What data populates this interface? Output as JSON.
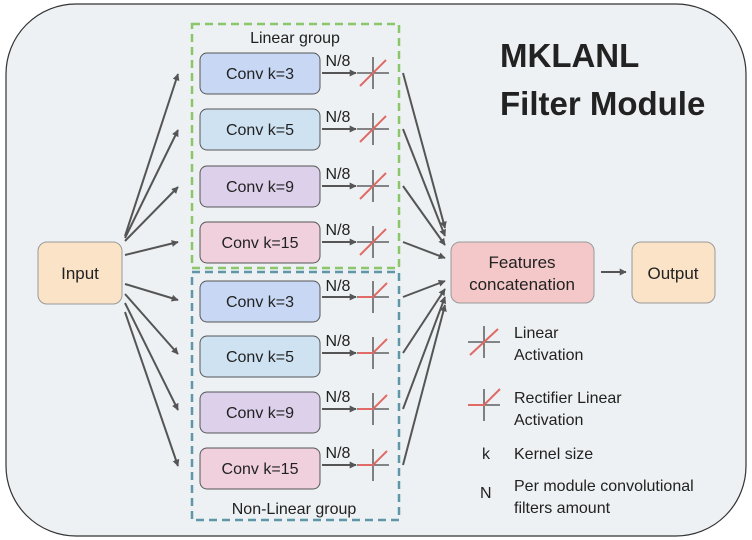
{
  "title": {
    "line1": "MKLANL",
    "line2": "Filter Module"
  },
  "input_label": "Input",
  "output_label": "Output",
  "concat_label": {
    "line1": "Features",
    "line2": "concatenation"
  },
  "linear_group": {
    "label": "Linear group",
    "convs": [
      {
        "label": "Conv k=3",
        "filters": "N/8"
      },
      {
        "label": "Conv k=5",
        "filters": "N/8"
      },
      {
        "label": "Conv k=9",
        "filters": "N/8"
      },
      {
        "label": "Conv k=15",
        "filters": "N/8"
      }
    ]
  },
  "nonlinear_group": {
    "label": "Non-Linear group",
    "convs": [
      {
        "label": "Conv k=3",
        "filters": "N/8"
      },
      {
        "label": "Conv k=5",
        "filters": "N/8"
      },
      {
        "label": "Conv k=9",
        "filters": "N/8"
      },
      {
        "label": "Conv k=15",
        "filters": "N/8"
      }
    ]
  },
  "legend": {
    "linear": {
      "line1": "Linear",
      "line2": "Activation"
    },
    "relu": {
      "line1": "Rectifier Linear",
      "line2": "Activation"
    },
    "kernel": {
      "symbol": "k",
      "text": "Kernel size"
    },
    "filters": {
      "symbol": "N",
      "line1": "Per module convolutional",
      "line2": "filters  amount"
    }
  },
  "colors": {
    "background": "#edf1f3",
    "linear_group_border": "#8bc66a",
    "nonlinear_group_border": "#5f97a8",
    "activation": "#e06a66",
    "arrow": "#555555",
    "input_fill": "#fbe3c8",
    "concat_fill": "#f4c8c8",
    "conv_k3": "#c8d8f4",
    "conv_k5": "#cfe2f2",
    "conv_k9": "#dcd0ea",
    "conv_k15": "#efd0dc"
  }
}
